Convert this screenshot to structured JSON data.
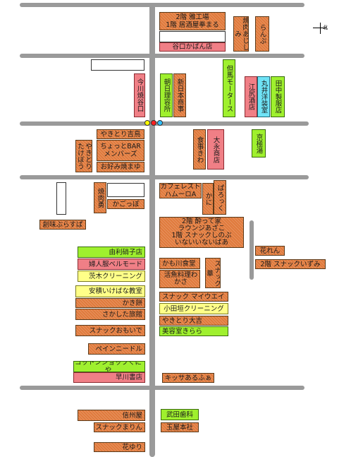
{
  "compass": {
    "label": "北"
  },
  "signal_colors": [
    "#ffff00",
    "#ff2020",
    "#30c0ff"
  ],
  "shops": {
    "s01": "2階 雅工場\n1階 居酒屋拳まる",
    "s02": "谷口かばん店",
    "s03": "焼肉あじしみ",
    "s04": "らんぷ",
    "s05": "今川焼谷口",
    "s06": "朝日理容所",
    "s07": "新日本商事",
    "s08": "但馬モータース",
    "s09": "江尻酒店",
    "s10": "丸井洋装室",
    "s11": "田中製服店",
    "s12": "やきとり吉鳥",
    "s13": "ちょっとBAR\nメンバーズ",
    "s14": "お好み焼まゆ",
    "s15": "やきとりたけぼう",
    "s16": "食事きわ",
    "s17": "大永商店",
    "s18": "京極湯",
    "s19": "カフェレストハムーロA",
    "s20": "かに",
    "s21": "ぱろっく",
    "s22": "焼肉勇",
    "s23": "かごっぽ",
    "s24": "創味ぶらすぱ",
    "s25": "2階 酔って家\nラウンジあざこ\n1階 スナックしのぶ\nいないいないばあ",
    "s26": "花れん",
    "s27": "2階 スナックいずみ",
    "s28": "由利硝子店",
    "s29": "婦人服ベルモード",
    "s30": "茨木クリーニング",
    "s31": "かも川食堂",
    "s32": "活魚料理わかさ",
    "s33": "スナック華",
    "s34": "安積いけばな教室",
    "s35": "スナック マイウエイ",
    "s36": "かき餅",
    "s37": "小田垣クリーニング",
    "s38": "さかした旅館",
    "s39": "やきとり大吉",
    "s40": "スナックおもいで",
    "s41": "美容室きらら",
    "s42": "ペインニードル",
    "s43": "コットンショップくにや",
    "s44": "早川書店",
    "s45": "キッサあるふぁ",
    "s46": "信州屋",
    "s47": "武田歯科",
    "s48": "スナックまりん",
    "s49": "玉屋本社",
    "s50": "花ゆり"
  }
}
